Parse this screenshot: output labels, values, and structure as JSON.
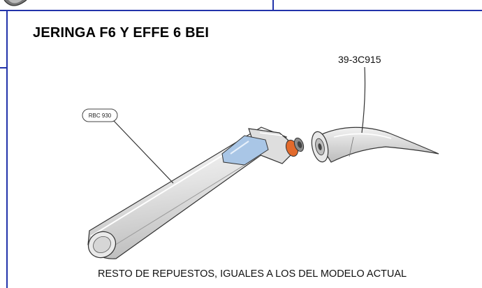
{
  "document": {
    "title": "JERINGA F6 Y EFFE 6 BEI",
    "footer_note": "RESTO DE REPUESTOS, IGUALES A LOS DEL MODELO ACTUAL"
  },
  "parts": {
    "handle_code": "RBC 930",
    "tip_code": "39-3C915"
  },
  "colors": {
    "frame": "#2233aa",
    "window_accent": "#a9c6e6",
    "connector_ring": "#e26a2c"
  }
}
